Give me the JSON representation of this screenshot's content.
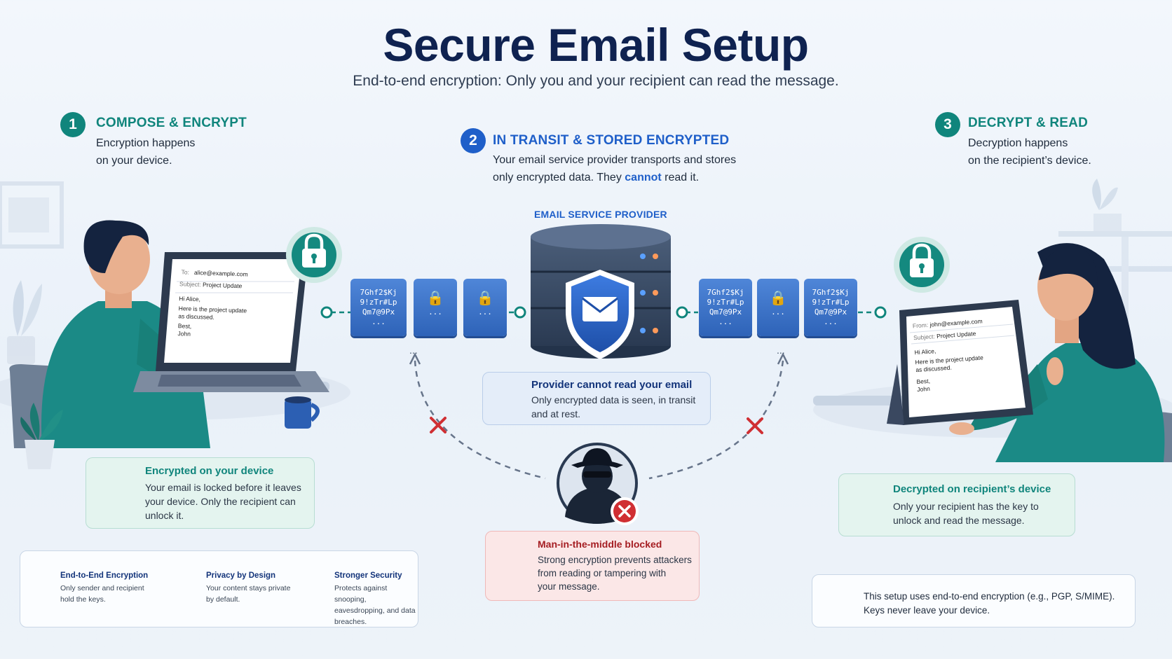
{
  "title": "Secure Email Setup",
  "subtitle": "End-to-end encryption: Only you and your recipient can read the message.",
  "steps": [
    {
      "num": "1",
      "title": "COMPOSE & ENCRYPT",
      "line1": "Encryption happens",
      "line2": "on your device."
    },
    {
      "num": "2",
      "title": "IN TRANSIT & STORED ENCRYPTED",
      "line1": "Your email service provider transports and stores",
      "line2a": "only encrypted data. They ",
      "line2b": "cannot",
      "line2c": " read it."
    },
    {
      "num": "3",
      "title": "DECRYPT & READ",
      "line1": "Decryption happens",
      "line2": "on the recipient’s device."
    }
  ],
  "provider_label": "EMAIL SERVICE PROVIDER",
  "sender_email": {
    "to_label": "To:",
    "to": "alice@example.com",
    "subject_label": "Subject:",
    "subject": "Project Update",
    "greeting": "Hi Alice,",
    "body1": "Here is the project update",
    "body2": "as discussed.",
    "sign1": "Best,",
    "sign2": "John"
  },
  "recipient_email": {
    "from_label": "From:",
    "from": "john@example.com",
    "subject_label": "Subject:",
    "subject": "Project Update",
    "greeting": "Hi Alice,",
    "body1": "Here is the project update",
    "body2": "as discussed.",
    "sign1": "Best,",
    "sign2": "John"
  },
  "cipher": {
    "l1": "7Ghf2$Kj",
    "l2": "9!zTr#Lp",
    "l3": "Qm7@9Px",
    "l4": "...",
    "dots": "..."
  },
  "cards": {
    "encrypted": {
      "title": "Encrypted on your device",
      "text1": "Your email is locked before it leaves",
      "text2": "your device. Only the recipient can",
      "text3": "unlock it."
    },
    "provider": {
      "title": "Provider cannot read your email",
      "text1": "Only encrypted data is seen, in transit",
      "text2": "and at rest."
    },
    "mitm": {
      "title": "Man-in-the-middle blocked",
      "text1": "Strong encryption prevents attackers",
      "text2": "from reading or tampering with",
      "text3": "your message."
    },
    "decrypted": {
      "title": "Decrypted on recipient’s device",
      "text1": "Only your recipient has the key to",
      "text2": "unlock and read the message."
    }
  },
  "features": [
    {
      "icon": "lock-icon",
      "title": "End-to-End Encryption",
      "text1": "Only sender and recipient",
      "text2": "hold the keys.",
      "text3": ""
    },
    {
      "icon": "shield-check-icon",
      "title": "Privacy by Design",
      "text1": "Your content stays private",
      "text2": "by default.",
      "text3": ""
    },
    {
      "icon": "shield-icon",
      "title": "Stronger Security",
      "text1": "Protects against snooping,",
      "text2": "eavesdropping, and data",
      "text3": "breaches."
    }
  ],
  "info": {
    "line1": "This setup uses end-to-end encryption (e.g., PGP, S/MIME).",
    "line2": "Keys never leave your device."
  },
  "colors": {
    "teal": "#10857c",
    "blue": "#1f5fc9",
    "navy": "#0f2250",
    "red": "#c8282e"
  }
}
